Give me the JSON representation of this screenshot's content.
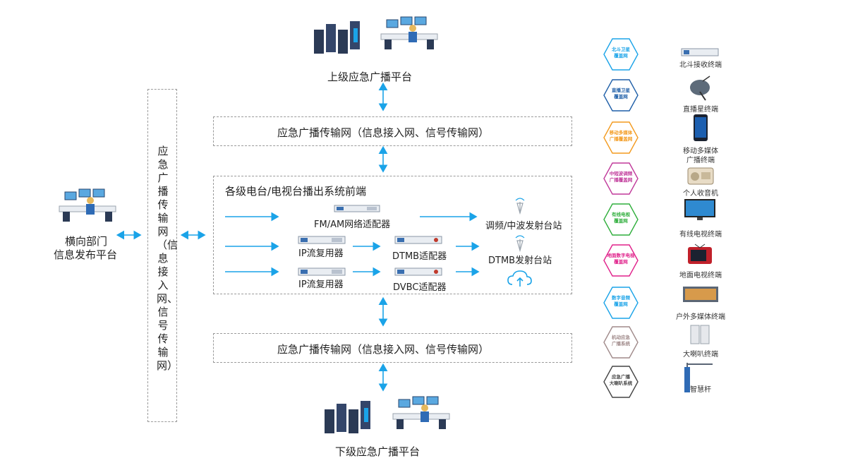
{
  "top_platform": {
    "label": "上级应急广播平台"
  },
  "bottom_platform": {
    "label": "下级应急广播平台"
  },
  "left_platform": {
    "line1": "横向部门",
    "line2": "信息发布平台"
  },
  "vertical_network": {
    "label": "应急广播传输网（信息接入网、信号传输网）"
  },
  "network_top": {
    "label": "应急广播传输网（信息接入网、信号传输网）"
  },
  "network_bottom": {
    "label": "应急广播传输网（信息接入网、信号传输网）"
  },
  "frontend": {
    "title": "各级电台/电视台播出系统前端",
    "fm_adapter": "FM/AM网络适配器",
    "ip_mux_1": "IP流复用器",
    "ip_mux_2": "IP流复用器",
    "dtmb_adapter": "DTMB适配器",
    "dvbc_adapter": "DVBC适配器",
    "station_fm": "调频/中波发射台站",
    "station_dtmb": "DTMB发射台站"
  },
  "coverage_networks": [
    {
      "line1": "北斗卫星",
      "line2": "覆盖网",
      "color": "#1aa3e8"
    },
    {
      "line1": "直播卫星",
      "line2": "覆盖网",
      "color": "#1f5fa8"
    },
    {
      "line1": "移动多媒体",
      "line2": "广播覆盖网",
      "color": "#f39a1e"
    },
    {
      "line1": "中短波调频",
      "line2": "广播覆盖网",
      "color": "#c0399a"
    },
    {
      "line1": "有线电视",
      "line2": "覆盖网",
      "color": "#2fae3c"
    },
    {
      "line1": "地面数字电视",
      "line2": "覆盖网",
      "color": "#e0208a"
    },
    {
      "line1": "数字音频",
      "line2": "覆盖网",
      "color": "#1aa3e8"
    },
    {
      "line1": "机动应急",
      "line2": "广播系统",
      "color": "#a08a8a"
    },
    {
      "line1": "应急广播",
      "line2": "大喇叭系统",
      "color": "#444444"
    }
  ],
  "terminals": [
    {
      "label": "北斗接收终端",
      "icon": "beidou-receiver-icon"
    },
    {
      "label": "直播星终端",
      "icon": "satellite-dish-icon"
    },
    {
      "label": "移动多媒体",
      "label2": "广播终端",
      "icon": "mobile-phone-icon"
    },
    {
      "label": "个人收音机",
      "icon": "radio-icon"
    },
    {
      "label": "有线电视终端",
      "icon": "tv-icon"
    },
    {
      "label": "地面电视终端",
      "icon": "retro-tv-icon"
    },
    {
      "label": "户外多媒体终端",
      "icon": "billboard-icon"
    },
    {
      "label": "大喇叭终端",
      "icon": "loudspeaker-icon"
    },
    {
      "label": "智慧杆",
      "icon": "smart-pole-icon"
    }
  ],
  "colors": {
    "arrow": "#1aa3e8",
    "dashed": "#9a9a9a",
    "server": "#2b3a55",
    "accent": "#1aa3e8"
  }
}
